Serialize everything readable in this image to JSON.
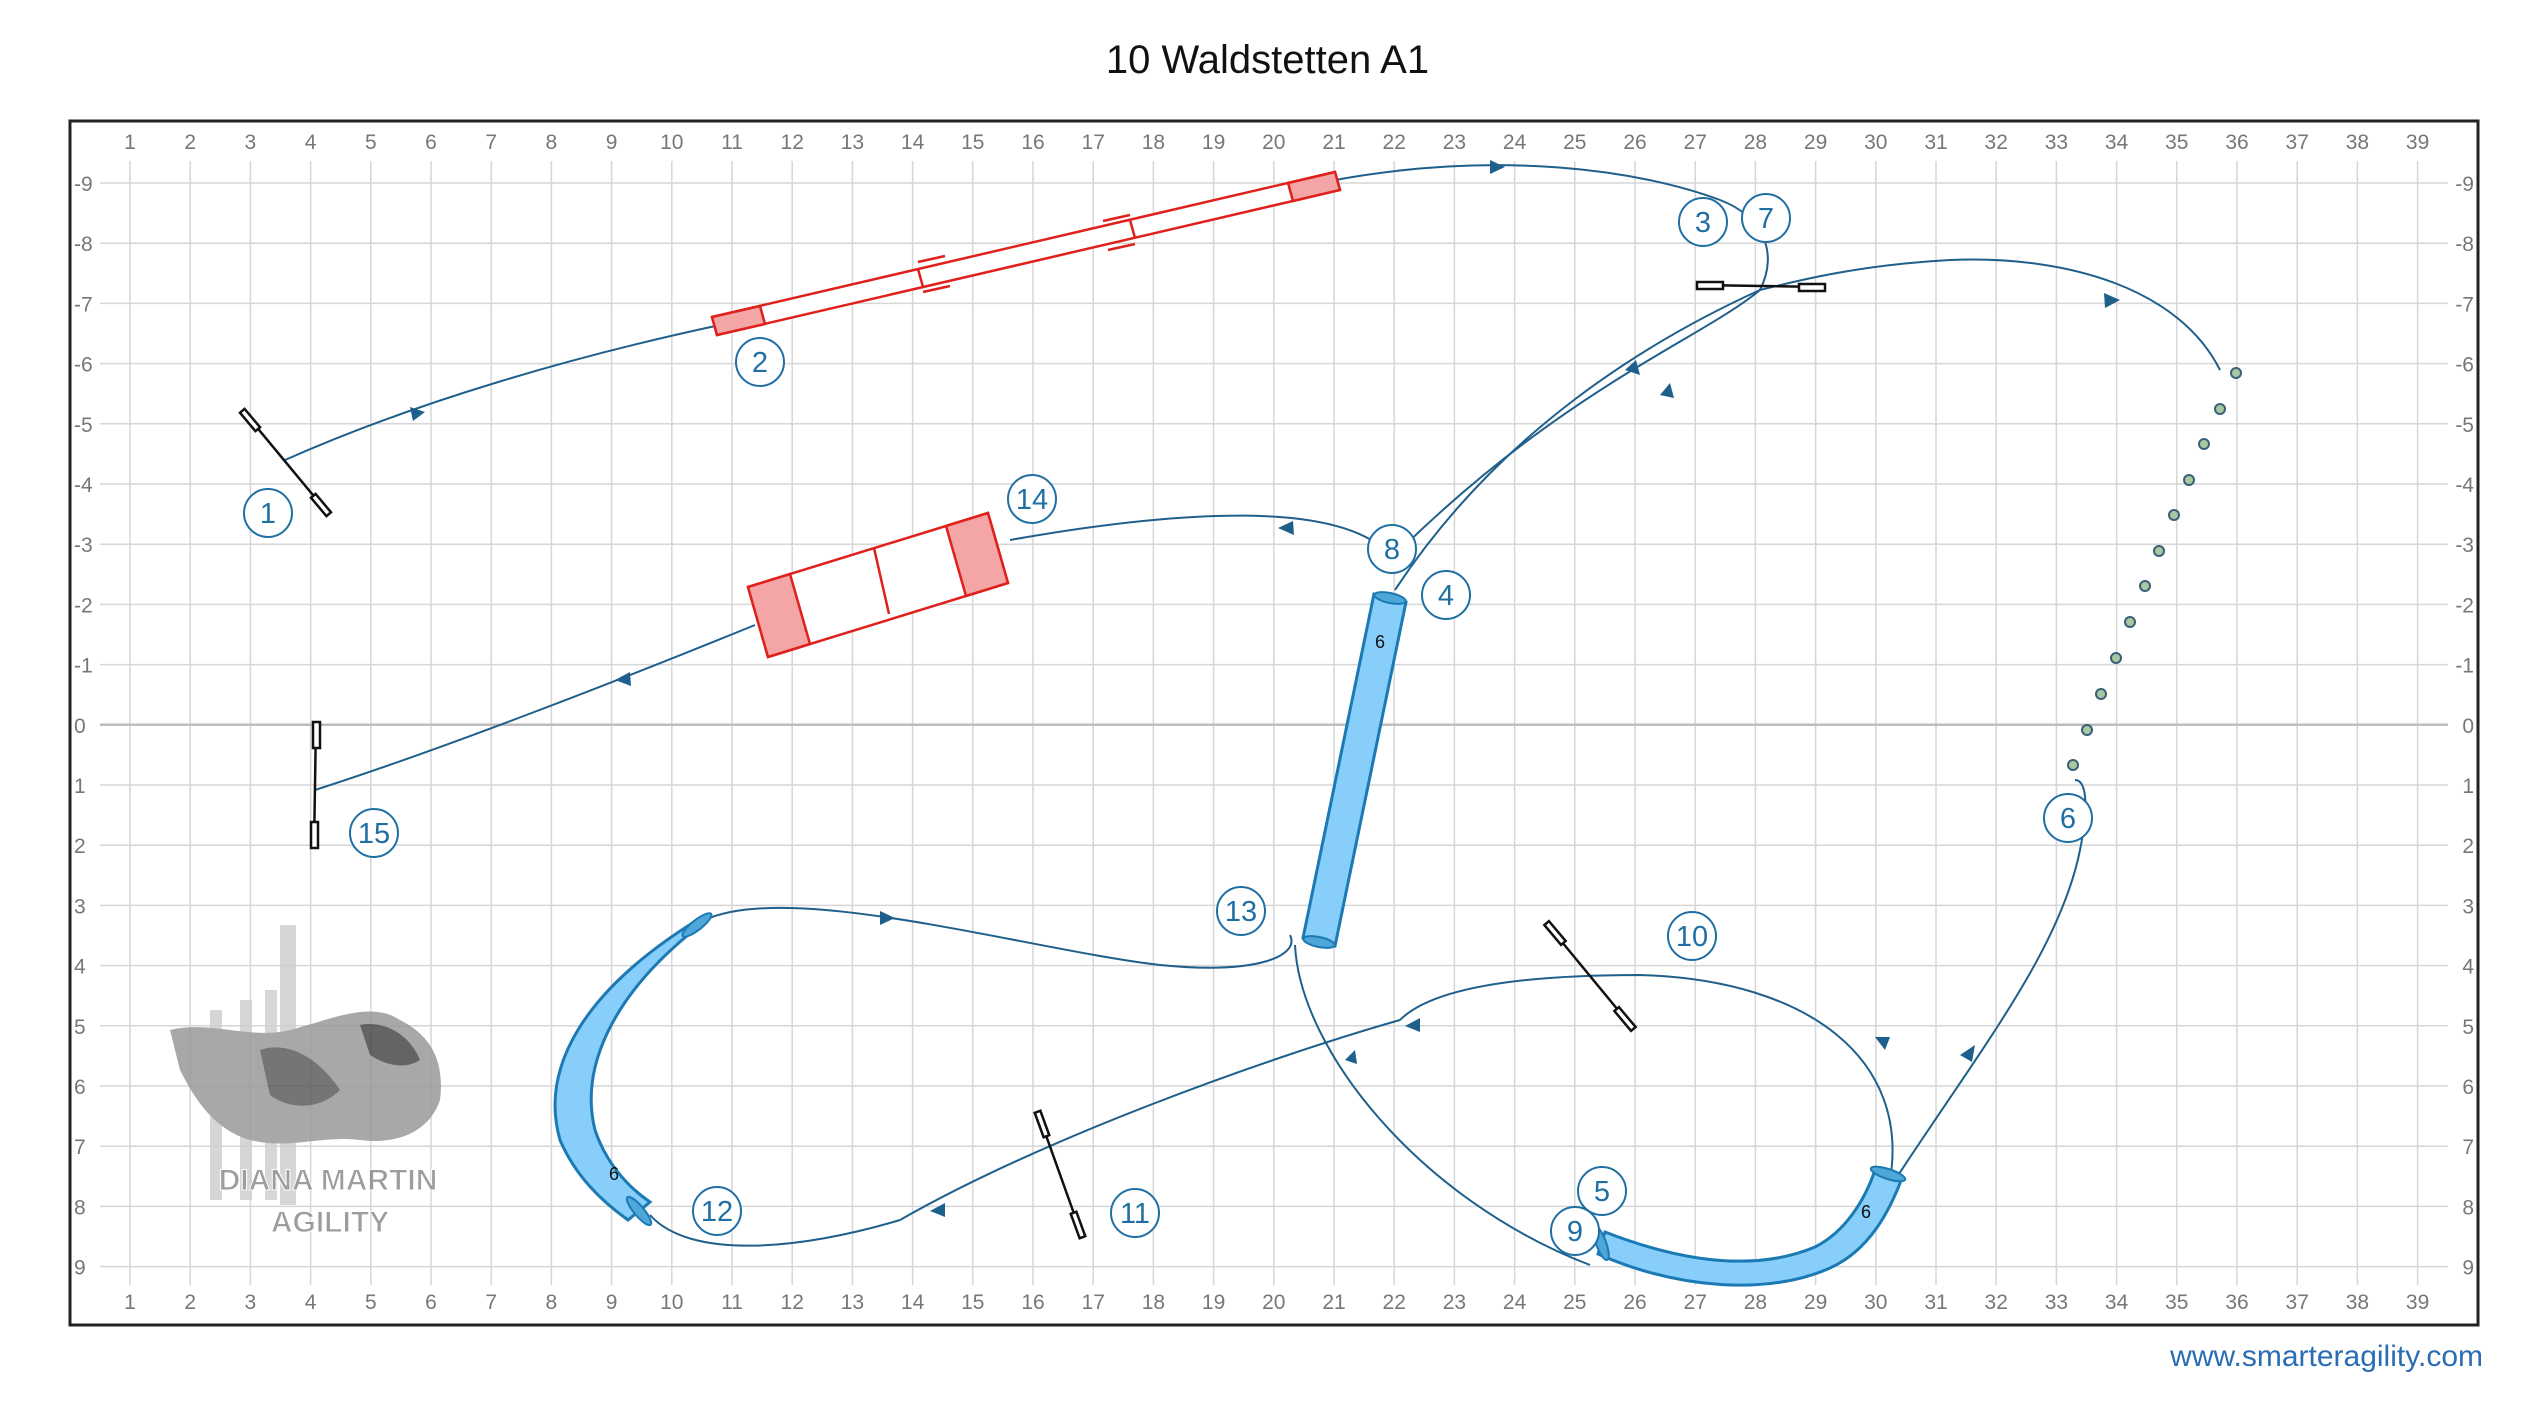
{
  "title": "10 Waldstetten A1",
  "footer_url": "www.smarteragility.com",
  "watermark": {
    "line1": "DIANA MARTIN",
    "line2": "AGILITY"
  },
  "axes": {
    "x_ticks": [
      "1",
      "2",
      "3",
      "4",
      "5",
      "6",
      "7",
      "8",
      "9",
      "10",
      "11",
      "12",
      "13",
      "14",
      "15",
      "16",
      "17",
      "18",
      "19",
      "20",
      "21",
      "22",
      "23",
      "24",
      "25",
      "26",
      "27",
      "28",
      "29",
      "30",
      "31",
      "32",
      "33",
      "34",
      "35",
      "36",
      "37",
      "38",
      "39"
    ],
    "y_ticks": [
      "-9",
      "-8",
      "-7",
      "-6",
      "-5",
      "-4",
      "-3",
      "-2",
      "-1",
      "0",
      "1",
      "2",
      "3",
      "4",
      "5",
      "6",
      "7",
      "8",
      "9"
    ]
  },
  "colors": {
    "path": "#1f5f8b",
    "label": "#1f6fa3",
    "tunnel_fill": "#87cefa",
    "tunnel_stroke": "#1b7ab3",
    "contact": "#e0201b",
    "contact_fill": "#f4a6a6",
    "grid": "#d6d6d6",
    "watermark": "#8c8c8c"
  },
  "obstacles": {
    "tunnel_size_label": "6",
    "numbers": [
      {
        "id": "n1",
        "text": "1"
      },
      {
        "id": "n2",
        "text": "2"
      },
      {
        "id": "n3",
        "text": "3"
      },
      {
        "id": "n4",
        "text": "4"
      },
      {
        "id": "n5",
        "text": "5"
      },
      {
        "id": "n6",
        "text": "6"
      },
      {
        "id": "n7",
        "text": "7"
      },
      {
        "id": "n8",
        "text": "8"
      },
      {
        "id": "n9",
        "text": "9"
      },
      {
        "id": "n10",
        "text": "10"
      },
      {
        "id": "n11",
        "text": "11"
      },
      {
        "id": "n12",
        "text": "12"
      },
      {
        "id": "n13",
        "text": "13"
      },
      {
        "id": "n14",
        "text": "14"
      },
      {
        "id": "n15",
        "text": "15"
      }
    ]
  }
}
